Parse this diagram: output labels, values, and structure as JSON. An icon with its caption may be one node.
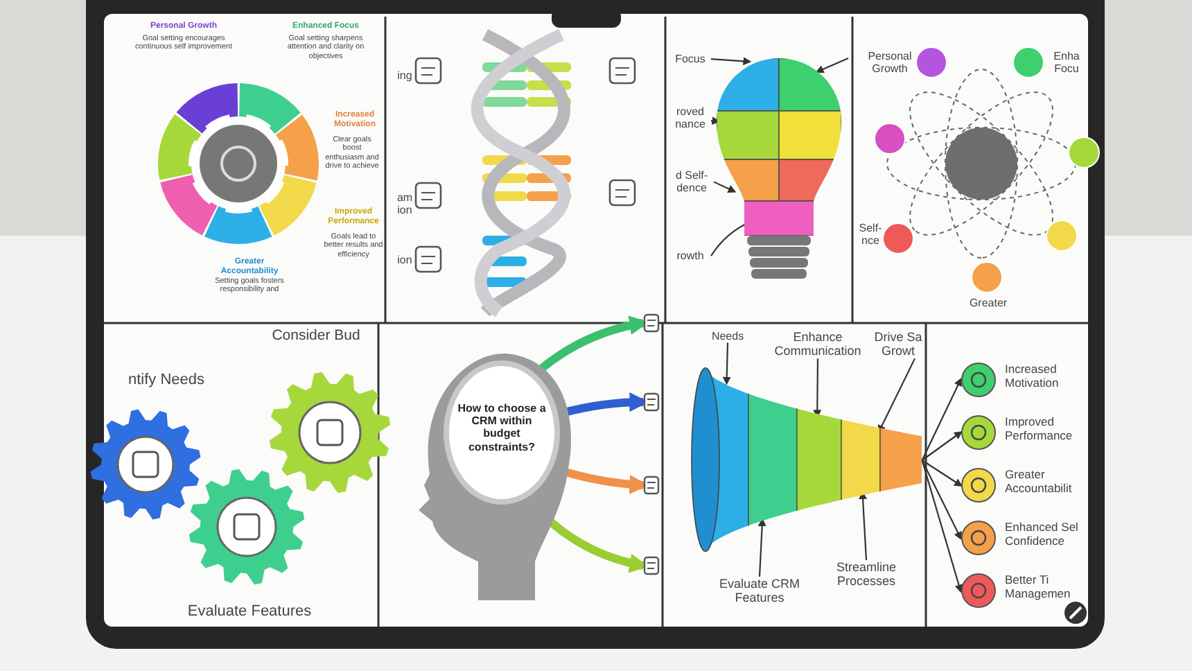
{
  "diagram": {
    "nodes": [
      {
        "text": [
          "How to choose a CRM within budget constraints?"
        ]
      },
      {
        "text": [],
        "shape": "funnel"
      },
      {
        "text": [
          "Enhance Communication"
        ]
      },
      {
        "text": [
          "Drive Sa Growt"
        ]
      },
      {
        "text": [
          "Streamline Processes"
        ]
      },
      {
        "text": [
          "Evaluate CRM Features"
        ]
      },
      {
        "text": [
          "Increased Motivation"
        ]
      },
      {
        "text": [
          "Improved Performance"
        ]
      },
      {
        "text": [
          "Greater Accountabilit"
        ]
      },
      {
        "text": [
          "Enhanced Sel Confidence"
        ]
      },
      {
        "text": [
          "Better Ti Managemen"
        ]
      },
      {
        "text": [],
        "shape": "picture"
      },
      {
        "text": [
          "Focus"
        ]
      },
      {
        "text": [
          "roved nance"
        ]
      },
      {
        "text": [
          "d Self- dence"
        ]
      },
      {
        "text": [
          "rowth"
        ]
      },
      {
        "text": [
          "Needs"
        ]
      },
      {
        "text": [],
        "shape": "picture"
      },
      {
        "text": [],
        "shape": "picture"
      },
      {
        "text": [],
        "shape": "picture"
      },
      {
        "text": [],
        "shape": "picture"
      }
    ],
    "edges": [
      {
        "from": 0,
        "to": 17,
        "arrow": "to",
        "style": "thick",
        "color": "#3cbf6e"
      },
      {
        "from": 0,
        "to": 18,
        "arrow": "to",
        "style": "thick",
        "color": "#2f5fd0"
      },
      {
        "from": 0,
        "to": 19,
        "arrow": "to",
        "style": "thick",
        "color": "#f0904a"
      },
      {
        "from": 0,
        "to": 20,
        "arrow": "to",
        "style": "thick",
        "color": "#9acd32"
      },
      {
        "from": 16,
        "to": 1,
        "arrow": "to"
      },
      {
        "from": 2,
        "to": 1,
        "arrow": "to"
      },
      {
        "from": 3,
        "to": 1,
        "arrow": "to"
      },
      {
        "from": 4,
        "to": 1,
        "arrow": "to"
      },
      {
        "from": 5,
        "to": 1,
        "arrow": "to"
      },
      {
        "from": 1,
        "to": 6,
        "arrow": "to"
      },
      {
        "from": 1,
        "to": 7,
        "arrow": "to"
      },
      {
        "from": 1,
        "to": 8,
        "arrow": "to"
      },
      {
        "from": 1,
        "to": 9,
        "arrow": "to"
      },
      {
        "from": 1,
        "to": 10,
        "arrow": "to"
      },
      {
        "from": 12,
        "to": 11,
        "arrow": "to"
      },
      {
        "from": 13,
        "to": 11,
        "arrow": "to"
      },
      {
        "from": 14,
        "to": 11,
        "arrow": "to"
      },
      {
        "from": 15,
        "to": 11,
        "arrow": "to"
      },
      {
        "from": null,
        "to": 11,
        "arrow": "to"
      }
    ],
    "labels": [
      "Personal Growth",
      "Goal setting encourages continuous self improvement",
      "Enhanced Focus",
      "Goal setting sharpens attention and clarity on objectives",
      "Increased Motivation",
      "Clear goals boost enthusiasm and drive to achieve",
      "Improved Performance",
      "Goals lead to better results and efficiency",
      "Greater Accountability",
      "Setting goals fosters responsibility and",
      "ing",
      "am ion",
      "ion",
      "Personal Growth",
      "Enha Focu",
      "Self- nce",
      "Greater",
      "Consider Bud",
      "ntify Needs",
      "Evaluate Features"
    ]
  }
}
